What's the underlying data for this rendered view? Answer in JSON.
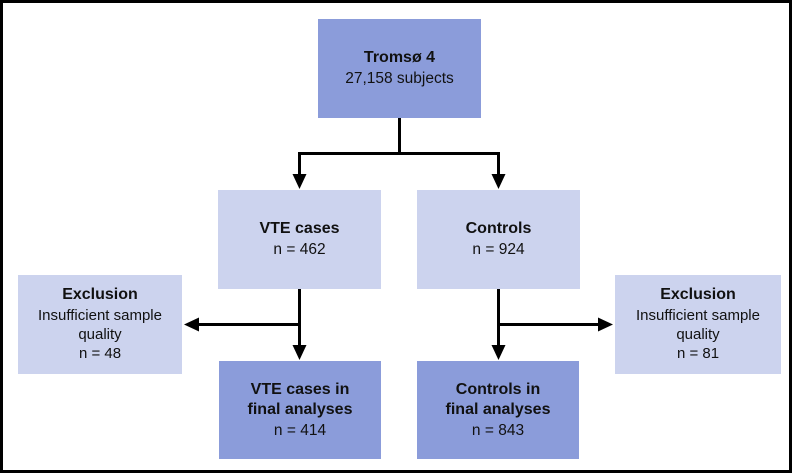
{
  "figure": {
    "type": "flowchart",
    "background_color": "#ffffff",
    "frame_color": "#000000",
    "connector_color": "#000000",
    "box_color_primary": "#8b9cda",
    "box_color_secondary": "#ccd3ee",
    "text_color": "#111111"
  },
  "nodes": {
    "top": {
      "title": "Tromsø 4",
      "subtitle": "27,158 subjects"
    },
    "vte_cases": {
      "title": "VTE cases",
      "count": "n = 462"
    },
    "controls": {
      "title": "Controls",
      "count": "n = 924"
    },
    "exclusion_left": {
      "title": "Exclusion",
      "reason": "Insufficient sample quality",
      "count": "n = 48"
    },
    "exclusion_right": {
      "title": "Exclusion",
      "reason": "Insufficient sample quality",
      "count": "n = 81"
    },
    "vte_final": {
      "title_line1": "VTE cases in",
      "title_line2": "final analyses",
      "count": "n = 414"
    },
    "controls_final": {
      "title_line1": "Controls in",
      "title_line2": "final analyses",
      "count": "n = 843"
    }
  }
}
